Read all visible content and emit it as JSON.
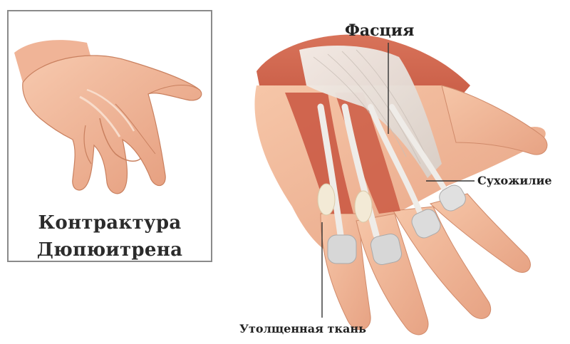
{
  "inset": {
    "title_line1": "Контрактура",
    "title_line2": "Дюпюитрена"
  },
  "labels": {
    "fascia": "Фасция",
    "tendon": "Сухожилие",
    "thickened_tissue": "Утолщенная ткань"
  },
  "colors": {
    "skin": "#f2b79a",
    "skin_shadow": "#d98c6c",
    "muscle": "#c9553f",
    "fascia": "#e9e2dc",
    "tendon": "#e8e6e2",
    "border": "#8a8a8a"
  }
}
